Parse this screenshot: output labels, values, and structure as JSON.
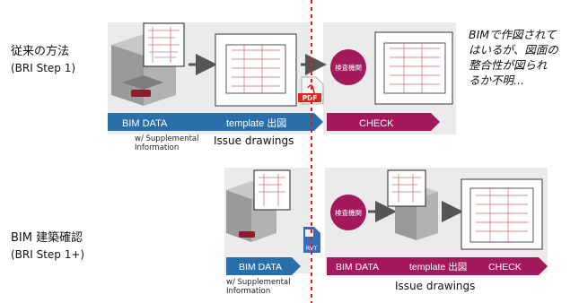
{
  "row1": {
    "label_jp": "従来の方法",
    "label_en": "(BRI Step 1)",
    "bar_bim": "BIM DATA",
    "bar_template": "template 出図",
    "bar_check": "CHECK",
    "check_stamp": "検査機関",
    "supplemental": [
      "w/ Supplemental",
      "Information"
    ],
    "issue": "Issue drawings",
    "file_badge": "PDF"
  },
  "row2": {
    "label_jp": "BIM 建築確認",
    "label_en": "(BRI Step 1+)",
    "bar_bim": "BIM DATA",
    "bar_segment1": "BIM DATA",
    "bar_template": "template 出図",
    "bar_check": "CHECK",
    "check_stamp": "検査機関",
    "supplemental": [
      "w/ Supplemental",
      "Information"
    ],
    "issue": "Issue drawings",
    "file_badge": "RVT"
  },
  "note": [
    "BIMで作図されて",
    "はいるが、図面の",
    "整合性が図られ",
    "るか不明..."
  ],
  "colors": {
    "blue_bar": "#2a6fa8",
    "magenta_bar": "#a3195b",
    "panel_bg": "#ebebeb",
    "divider": "#e01919",
    "pdf_red": "#d42a1f",
    "rvt_blue": "#2a5da8"
  }
}
